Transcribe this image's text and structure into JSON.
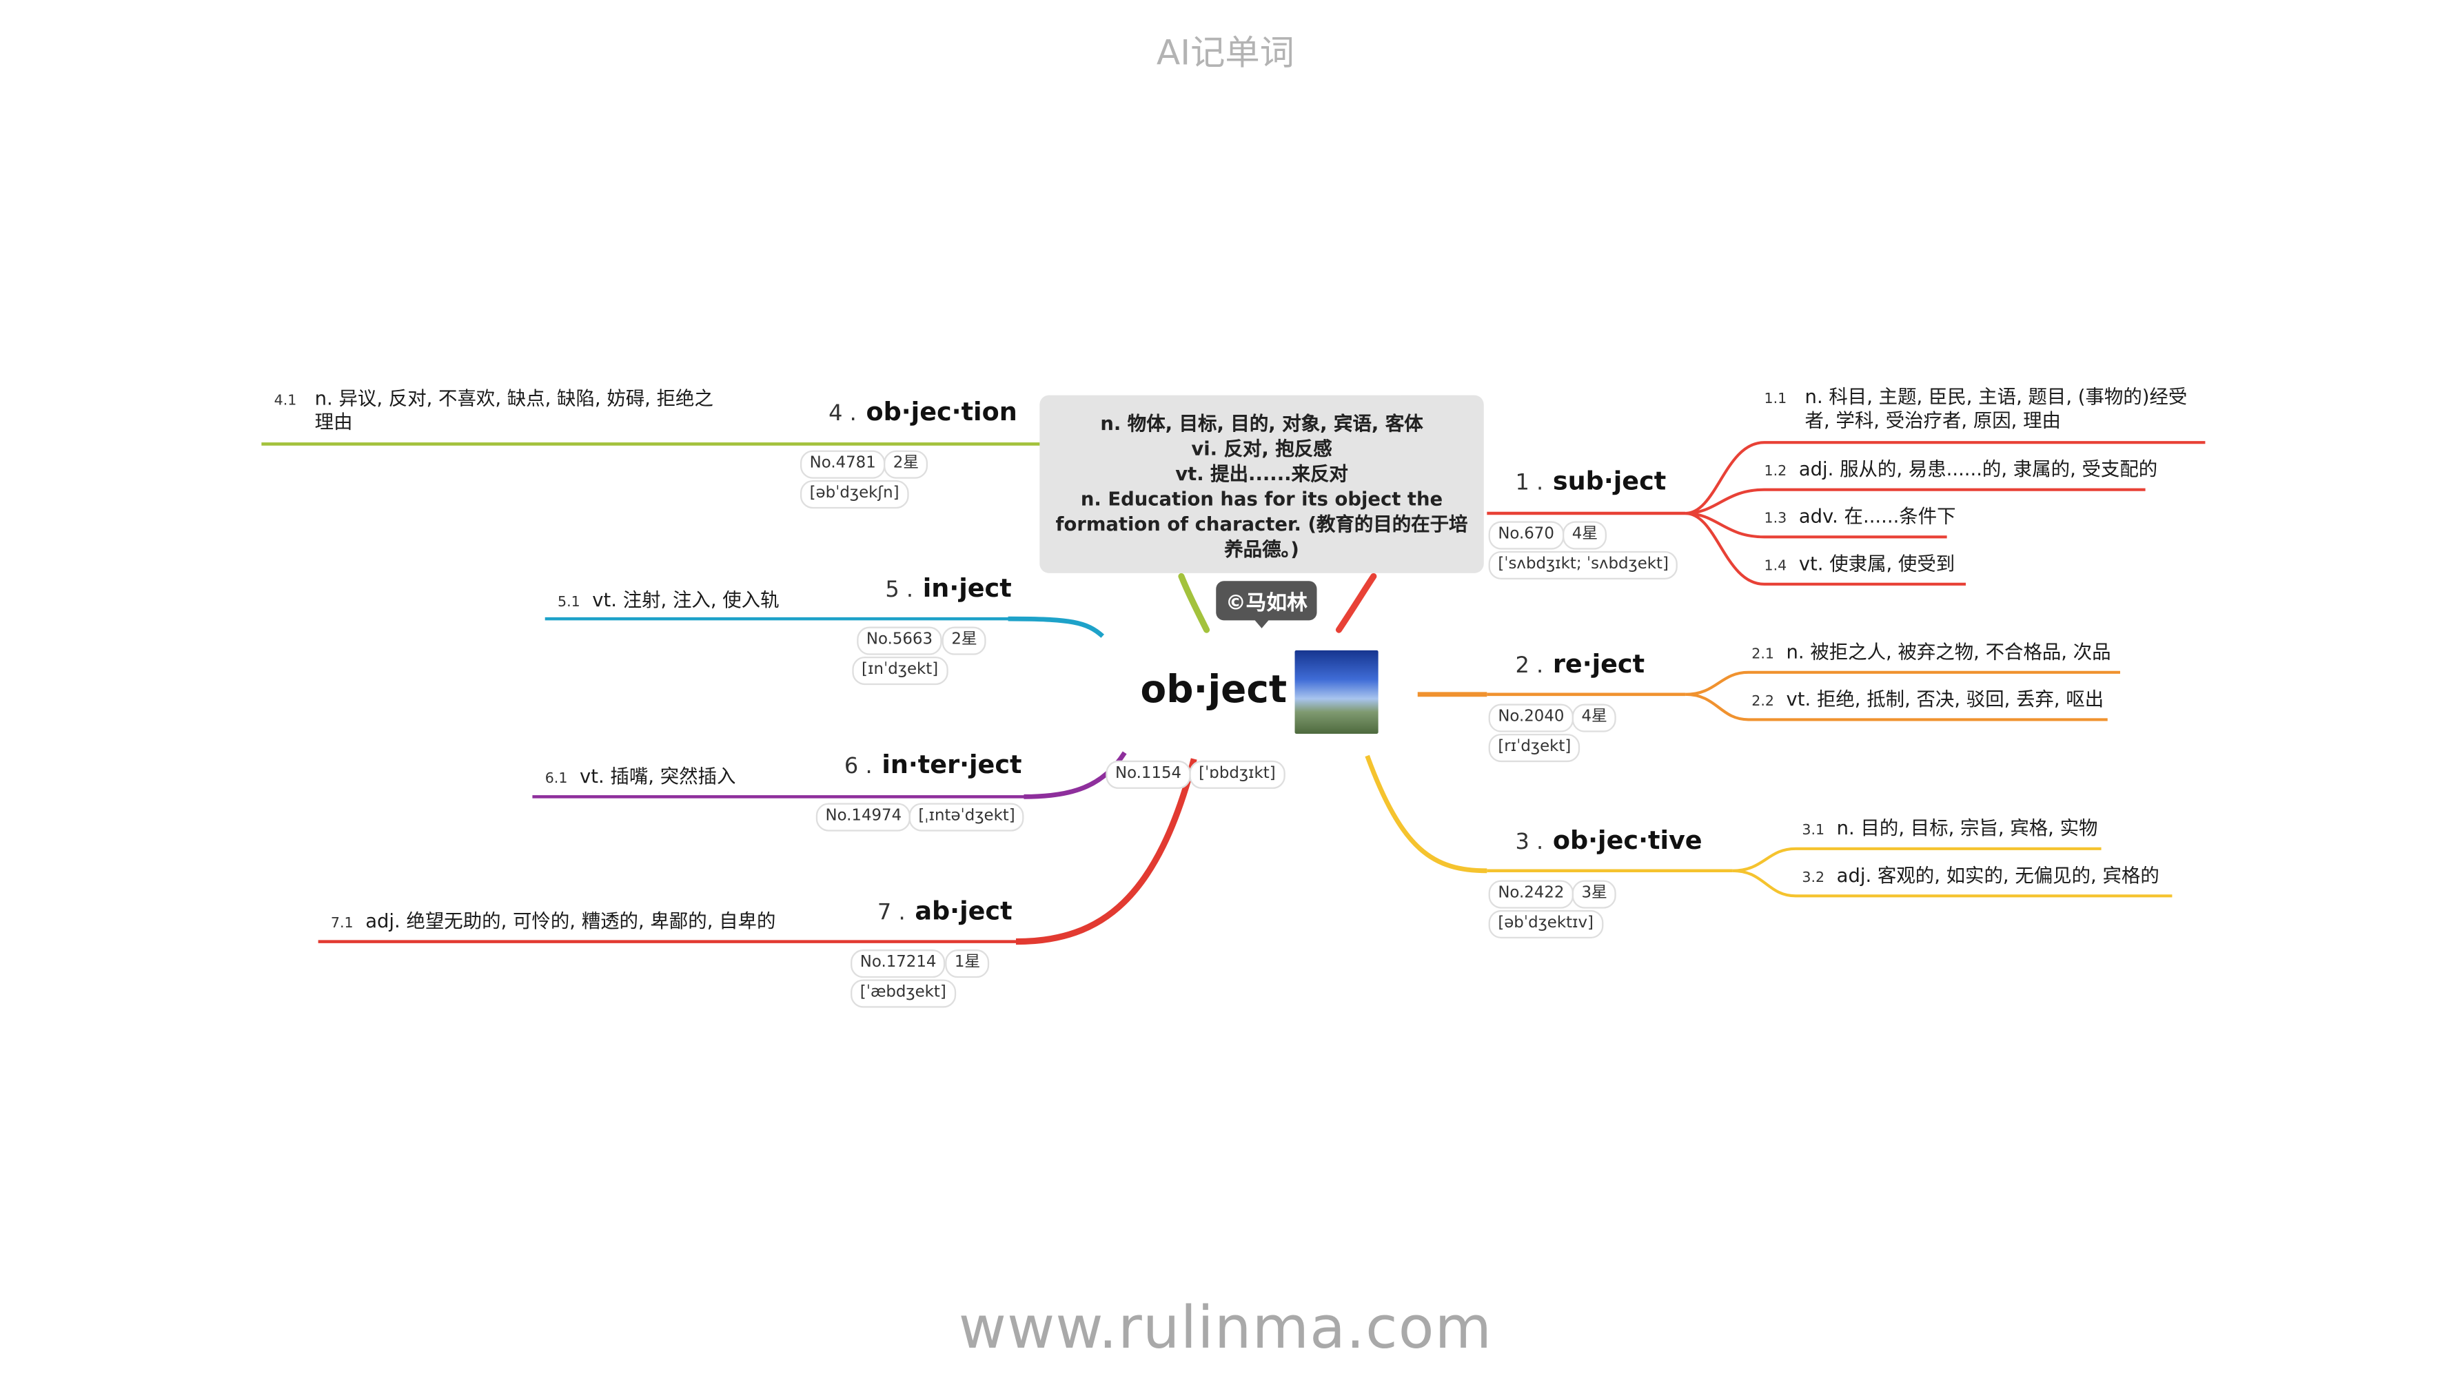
{
  "header": "AI记单词",
  "footer": "www.rulinma.com",
  "central": {
    "word": "ob·ject",
    "no": "No.1154",
    "phonetic": "[ˈɒbdʒɪkt]",
    "image": "sky-photo"
  },
  "note": {
    "lines": [
      "n. 物体, 目标, 目的, 对象, 宾语, 客体",
      "vi. 反对, 抱反感",
      "vt. 提出......来反对",
      "n. Education has for its object the formation of character. (教育的目的在于培养品德。)"
    ]
  },
  "author": "©马如林",
  "branches": [
    {
      "num": "1 .",
      "word": "sub·ject",
      "no": "No.670",
      "stars": "4星",
      "phonetic": "[ˈsʌbdʒɪkt; ˈsʌbdʒekt]",
      "color": "#e84136",
      "defs": [
        {
          "idx": "1.1",
          "text": "n. 科目, 主题, 臣民, 主语, 题目, (事物的)经受者, 学科, 受治疗者, 原因, 理由"
        },
        {
          "idx": "1.2",
          "text": "adj. 服从的, 易患......的, 隶属的, 受支配的"
        },
        {
          "idx": "1.3",
          "text": "adv. 在......条件下"
        },
        {
          "idx": "1.4",
          "text": "vt. 使隶属, 使受到"
        }
      ]
    },
    {
      "num": "2 .",
      "word": "re·ject",
      "no": "No.2040",
      "stars": "4星",
      "phonetic": "[rɪˈdʒekt]",
      "color": "#f0922f",
      "defs": [
        {
          "idx": "2.1",
          "text": "n. 被拒之人, 被弃之物, 不合格品, 次品"
        },
        {
          "idx": "2.2",
          "text": "vt. 拒绝, 抵制, 否决, 驳回, 丢弃, 呕出"
        }
      ]
    },
    {
      "num": "3 .",
      "word": "ob·jec·tive",
      "no": "No.2422",
      "stars": "3星",
      "phonetic": "[əbˈdʒektɪv]",
      "color": "#f5c32e",
      "defs": [
        {
          "idx": "3.1",
          "text": "n. 目的, 目标, 宗旨, 宾格, 实物"
        },
        {
          "idx": "3.2",
          "text": "adj. 客观的, 如实的, 无偏见的, 宾格的"
        }
      ]
    },
    {
      "num": "4 .",
      "word": "ob·jec·tion",
      "no": "No.4781",
      "stars": "2星",
      "phonetic": "[əbˈdʒekʃn]",
      "color": "#a3c23c",
      "defs": [
        {
          "idx": "4.1",
          "text": "n. 异议, 反对, 不喜欢, 缺点, 缺陷, 妨碍, 拒绝之理由"
        }
      ]
    },
    {
      "num": "5 .",
      "word": "in·ject",
      "no": "No.5663",
      "stars": "2星",
      "phonetic": "[ɪnˈdʒekt]",
      "color": "#1ea2c9",
      "defs": [
        {
          "idx": "5.1",
          "text": "vt. 注射, 注入, 使入轨"
        }
      ]
    },
    {
      "num": "6 .",
      "word": "in·ter·ject",
      "no": "No.14974",
      "phonetic": "[ˌɪntəˈdʒekt]",
      "color": "#8e2f9c",
      "defs": [
        {
          "idx": "6.1",
          "text": "vt. 插嘴, 突然插入"
        }
      ]
    },
    {
      "num": "7 .",
      "word": "ab·ject",
      "no": "No.17214",
      "stars": "1星",
      "phonetic": "[ˈæbdʒekt]",
      "color": "#e23a31",
      "defs": [
        {
          "idx": "7.1",
          "text": "adj. 绝望无助的, 可怜的, 糟透的, 卑鄙的, 自卑的"
        }
      ]
    }
  ]
}
